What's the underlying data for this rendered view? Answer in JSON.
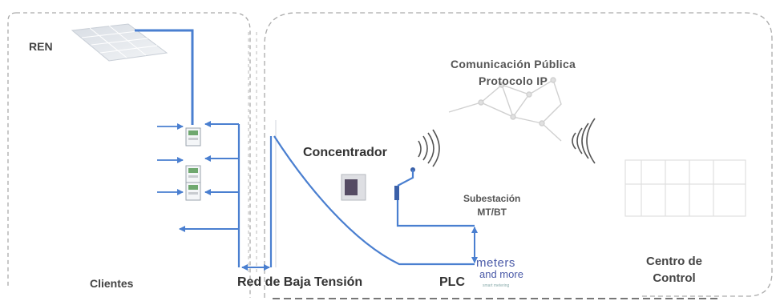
{
  "labels": {
    "ren": "REN",
    "clientes": "Clientes",
    "red_baja_tension": "Red de Baja Tensión",
    "plc": "PLC",
    "concentrador": "Concentrador",
    "comunicacion_line1": "Comunicación Pública",
    "comunicacion_line2": "Protocolo IP",
    "subestacion_line1": "Subestación",
    "subestacion_line2": "MT/BT",
    "centro_line1": "Centro de",
    "centro_line2": "Control"
  },
  "logo": {
    "line1": "meters",
    "line2": "and more",
    "line3": "smart metering"
  },
  "colors": {
    "line_blue": "#4a7fd0",
    "panel_border": "#aaaaaa",
    "label_text": "#333333",
    "logo_blue": "#4a5aa8"
  },
  "icons": [
    "solar-panel-icon",
    "meter-icon",
    "concentrator-icon",
    "antenna-icon",
    "radio-waves-icon",
    "network-cloud-icon",
    "control-center-icon"
  ]
}
